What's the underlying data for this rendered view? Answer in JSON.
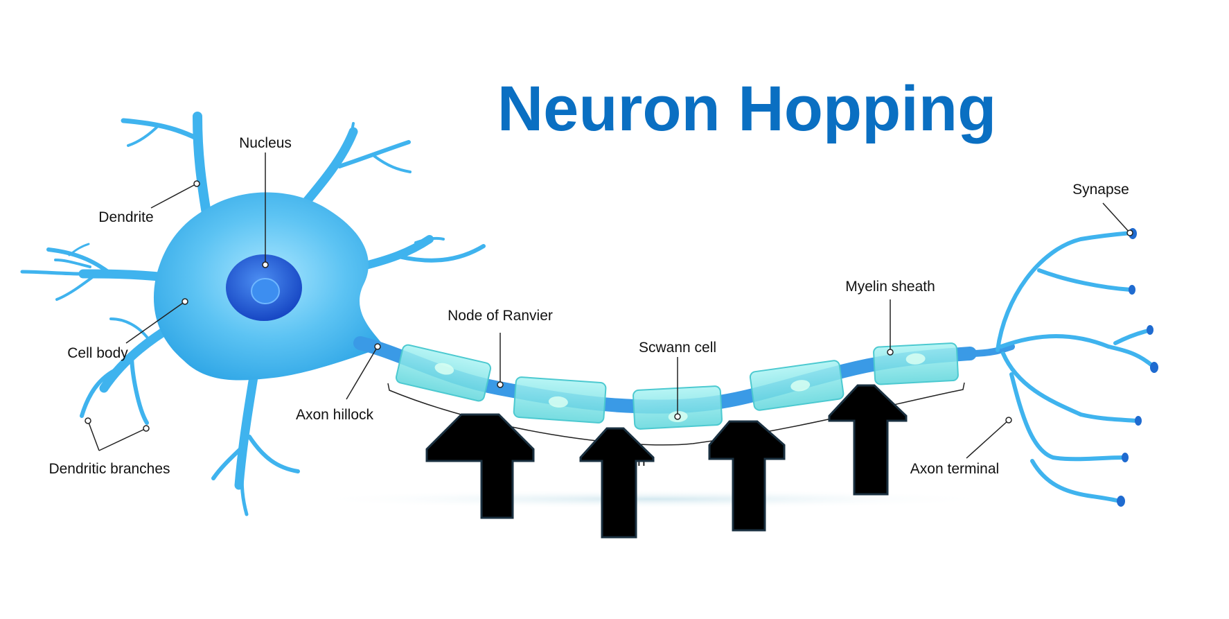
{
  "title": "Neuron Hopping",
  "colors": {
    "title": "#0a6fc2",
    "neuron": "#3fb3ee",
    "neuron_light": "#8fd8fb",
    "nucleus": "#1f5fd6",
    "axon": "#3a9ae6",
    "myelin": "#7ee6e8",
    "myelin_edge": "#4cc9d0",
    "arrow_fill": "#000000",
    "arrow_edge": "#1a3040",
    "leader_line": "#222222"
  },
  "labels": {
    "nucleus": "Nucleus",
    "dendrite": "Dendrite",
    "cell_body": "Cell body",
    "dendritic_branches": "Dendritic branches",
    "axon_hillock": "Axon hillock",
    "node_of_ranvier": "Node of Ranvier",
    "schwann_cell": "Scwann cell",
    "myelin_sheath": "Myelin sheath",
    "synapse": "Synapse",
    "axon_terminal": "Axon terminal",
    "partially_hidden_label": "on"
  },
  "arrows": {
    "count": 4,
    "direction": "up",
    "icon": "arrow-up-icon"
  },
  "myelin_segments": {
    "count": 5
  }
}
